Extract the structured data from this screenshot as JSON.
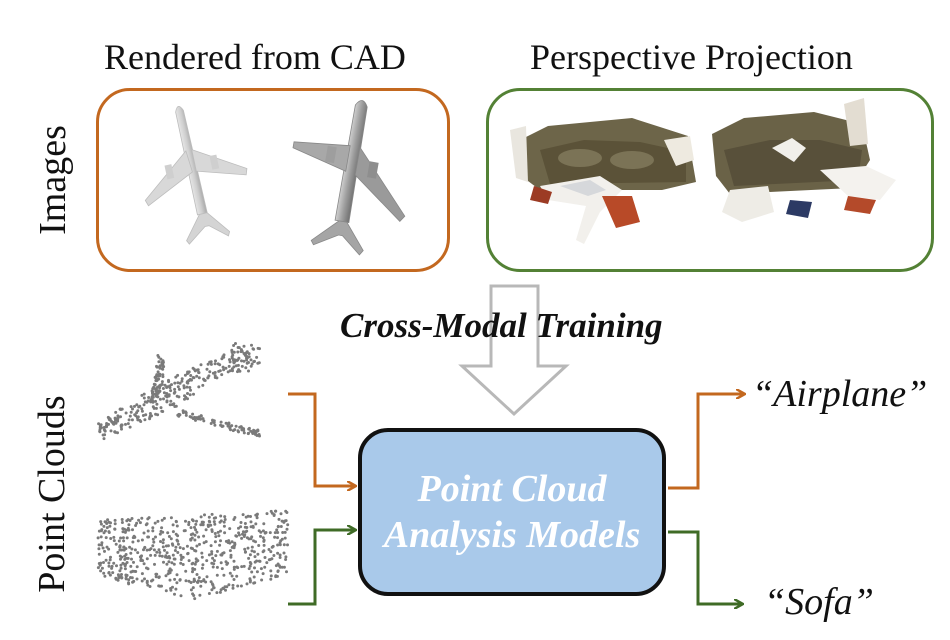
{
  "images_label": "Images",
  "point_clouds_label": "Point Clouds",
  "group_left": {
    "caption": "Rendered from CAD",
    "color": "#c3681f"
  },
  "group_right": {
    "caption": "Perspective Projection",
    "color": "#538135"
  },
  "training_label": "Cross-Modal Training",
  "model": {
    "line1": "Point Cloud",
    "line2": "Analysis Models",
    "fill": "#a9c9ea"
  },
  "outputs": {
    "airplane": {
      "label": "“Airplane”",
      "color": "#c3681f"
    },
    "sofa": {
      "label": "“Sofa”",
      "color": "#3f6b26"
    }
  }
}
